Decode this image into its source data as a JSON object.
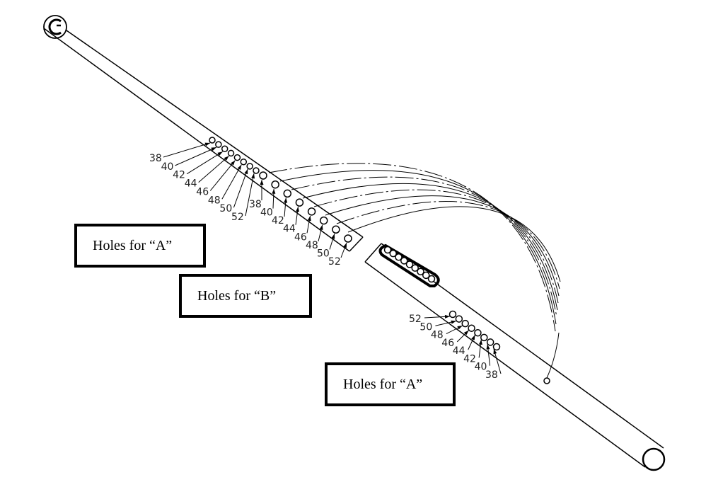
{
  "captions": [
    {
      "text": "Holes for “A”"
    },
    {
      "text": "Holes for “B”"
    },
    {
      "text": "Holes for “A”"
    }
  ],
  "holes_upper_a": [
    "38",
    "40",
    "42",
    "44",
    "46",
    "48",
    "50",
    "52"
  ],
  "holes_upper_b": [
    "38",
    "40",
    "42",
    "44",
    "46",
    "48",
    "50",
    "52"
  ],
  "holes_lower_a": [
    "52",
    "50",
    "48",
    "46",
    "44",
    "42",
    "40",
    "38"
  ]
}
